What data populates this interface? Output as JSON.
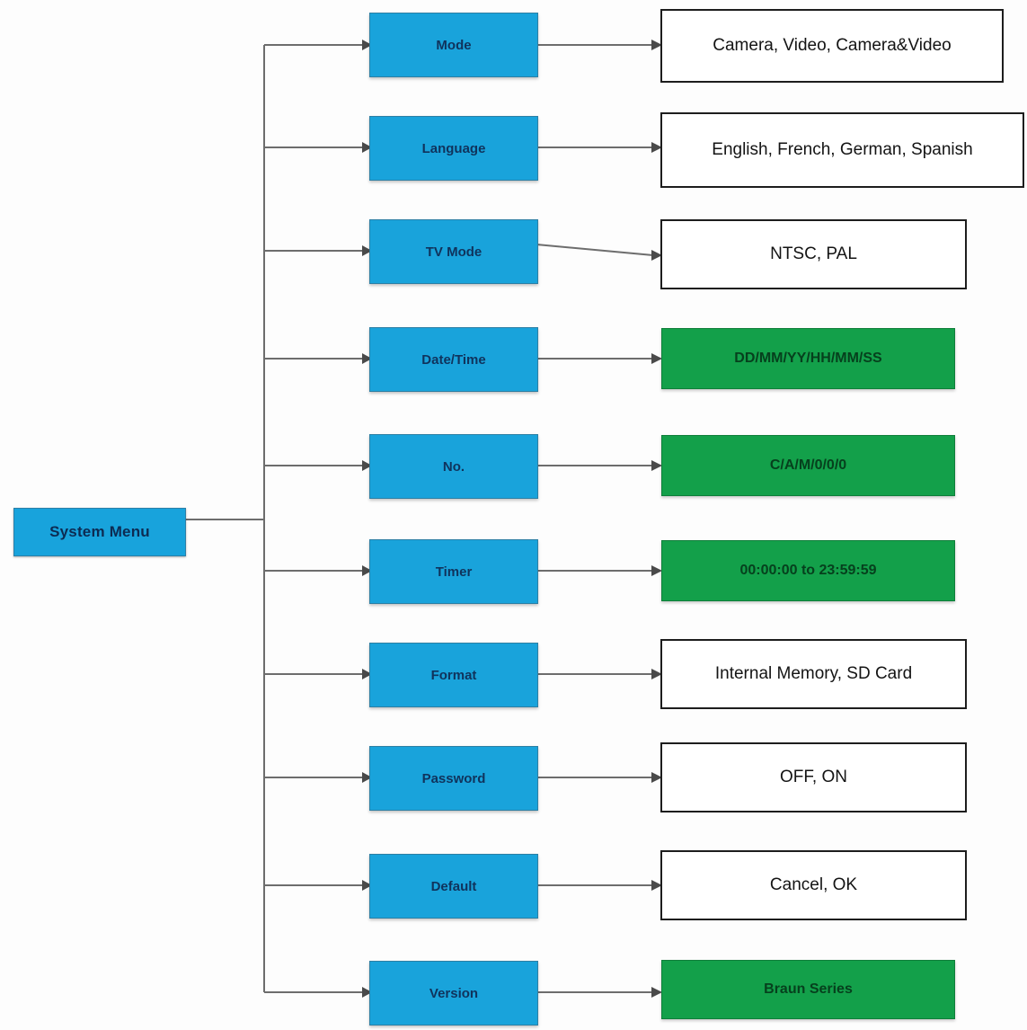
{
  "diagram": {
    "title": "System Menu",
    "root": {
      "label": "System Menu"
    },
    "colors": {
      "menu_blue": "#19a3db",
      "value_green": "#13a04a",
      "value_white": "#ffffff",
      "connector_gray": "#6d6d6d",
      "menu_text": "#10335c",
      "green_text": "#06401d",
      "white_text": "#141414"
    },
    "items": [
      {
        "menu_label": "Mode",
        "value_label": "Camera, Video, Camera&Video",
        "value_style": "white"
      },
      {
        "menu_label": "Language",
        "value_label": "English, French, German, Spanish",
        "value_style": "white"
      },
      {
        "menu_label": "TV Mode",
        "value_label": "NTSC, PAL",
        "value_style": "white"
      },
      {
        "menu_label": "Date/Time",
        "value_label": "DD/MM/YY/HH/MM/SS",
        "value_style": "green"
      },
      {
        "menu_label": "No.",
        "value_label": "C/A/M/0/0/0",
        "value_style": "green"
      },
      {
        "menu_label": "Timer",
        "value_label": "00:00:00 to 23:59:59",
        "value_style": "green"
      },
      {
        "menu_label": "Format",
        "value_label": "Internal Memory, SD Card",
        "value_style": "white"
      },
      {
        "menu_label": "Password",
        "value_label": "OFF, ON",
        "value_style": "white"
      },
      {
        "menu_label": "Default",
        "value_label": "Cancel, OK",
        "value_style": "white"
      },
      {
        "menu_label": "Version",
        "value_label": "Braun Series",
        "value_style": "green"
      }
    ]
  }
}
